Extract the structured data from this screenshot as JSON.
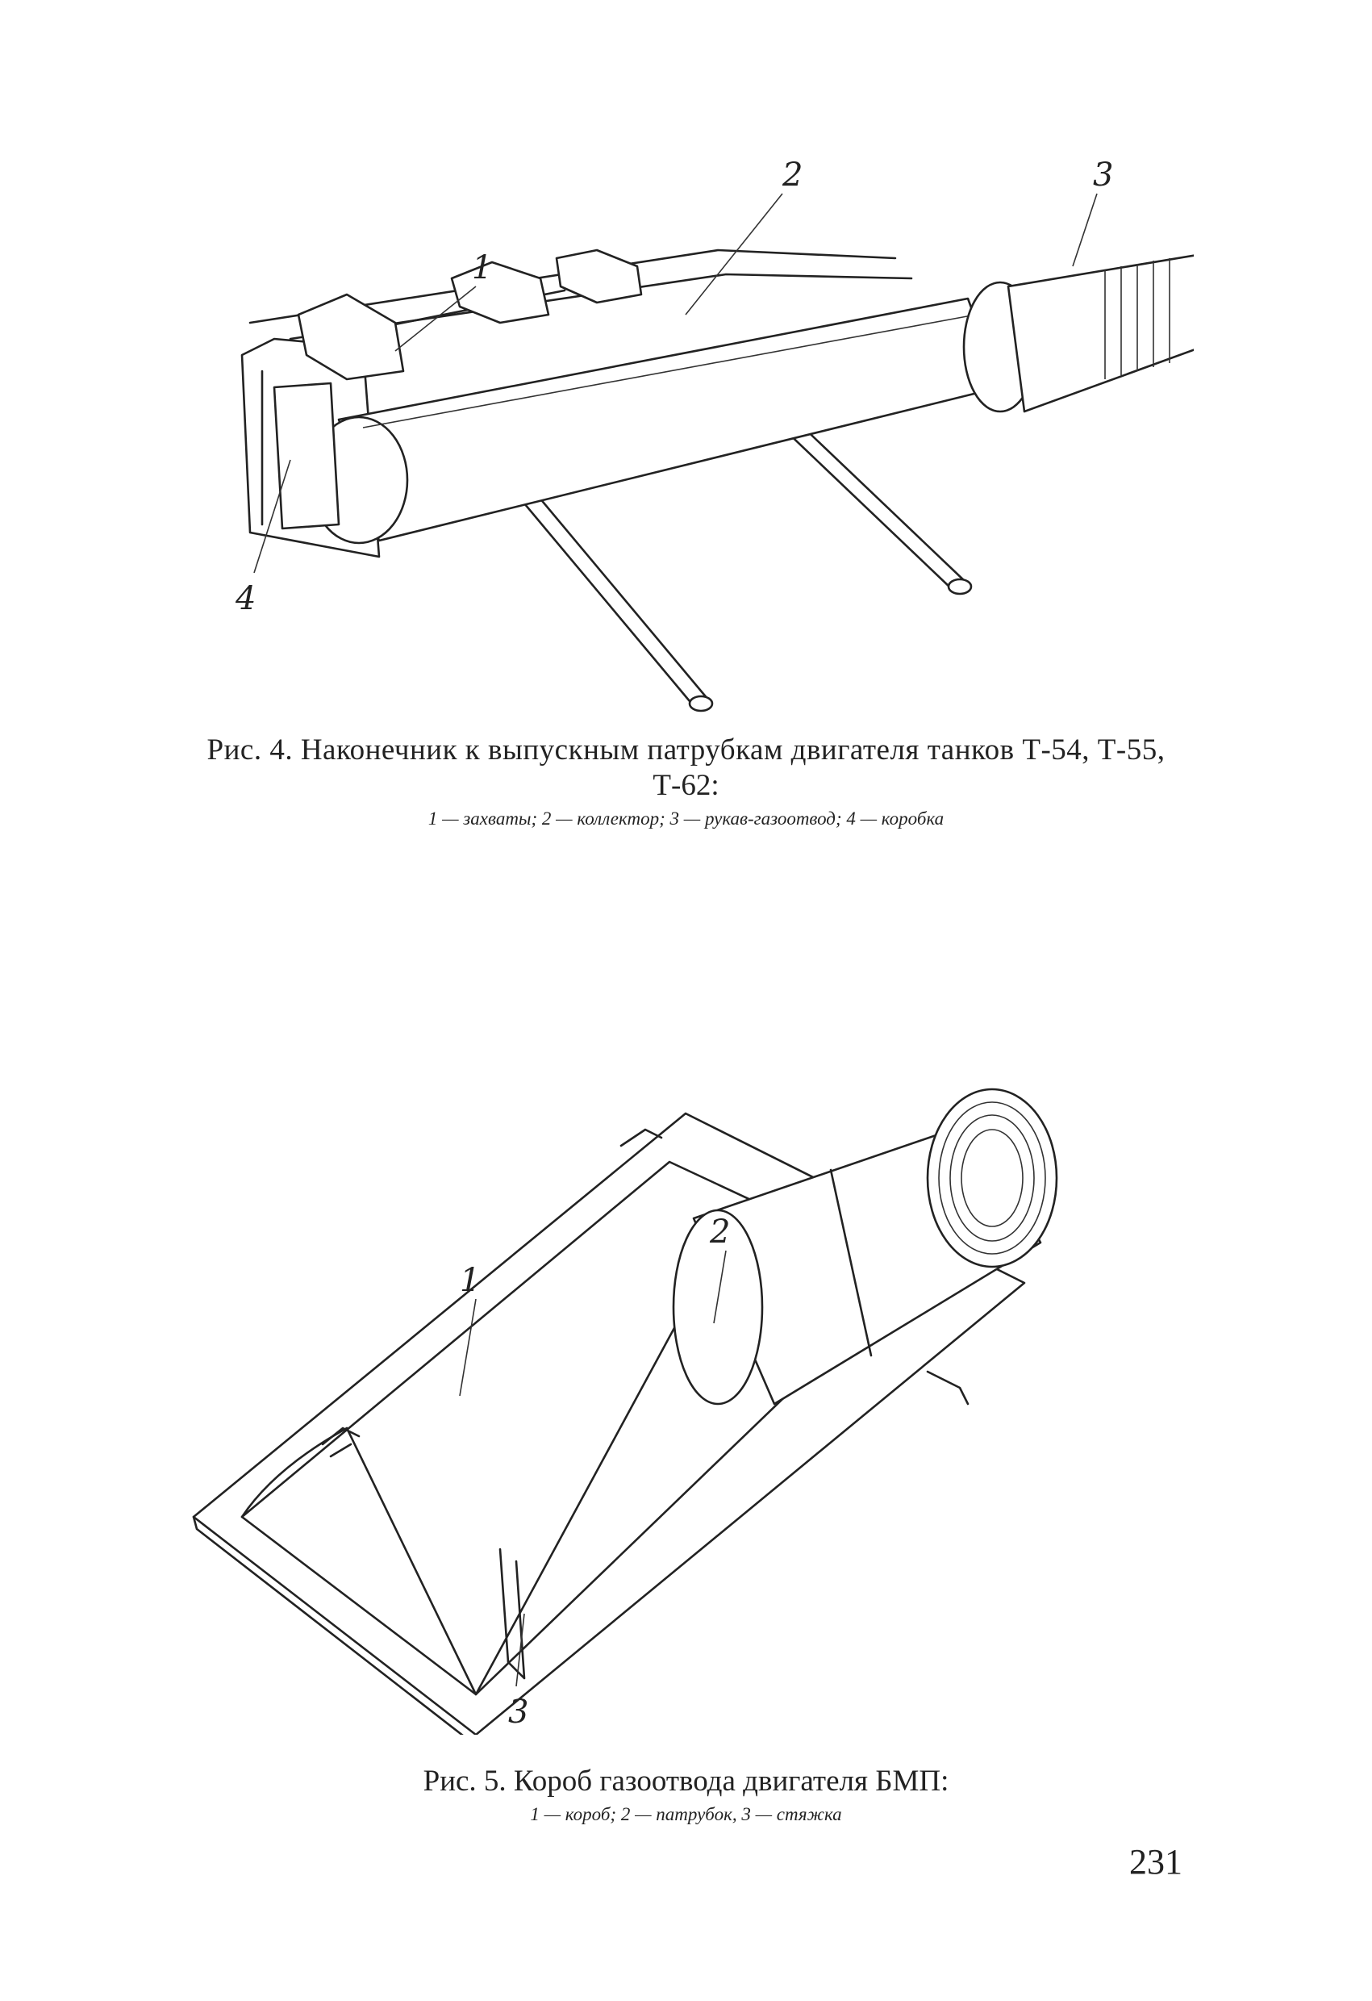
{
  "figure4": {
    "callouts": [
      "1",
      "2",
      "3",
      "4"
    ],
    "caption_title_line1": "Рис. 4. Наконечник к выпускным патрубкам двигателя танков Т-54, Т-55,",
    "caption_title_line2": "Т-62:",
    "caption_legend": "1 — захваты; 2 — коллектор; 3 — рукав-газоотвод; 4 — коробка"
  },
  "figure5": {
    "callouts": [
      "1",
      "2",
      "3"
    ],
    "caption_title": "Рис. 5. Короб газоотвода двигателя БМП:",
    "caption_legend": "1 — короб; 2 — патрубок, 3 — стяжка"
  },
  "page_number": "231"
}
